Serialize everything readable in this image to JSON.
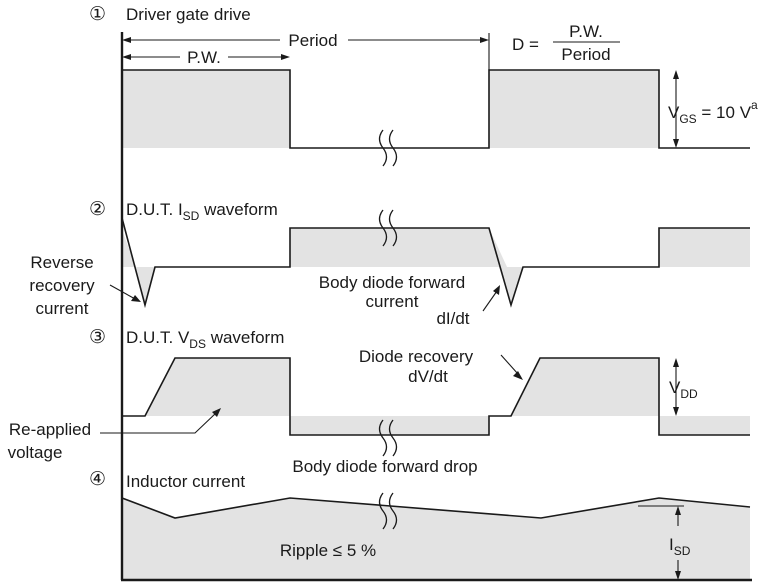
{
  "panels": [
    {
      "number": "①",
      "title": "Driver gate drive"
    },
    {
      "number": "②",
      "title_main": "D.U.T. I",
      "title_sub": "SD",
      "title_rest": " waveform"
    },
    {
      "number": "③",
      "title_main": "D.U.T. V",
      "title_sub": "DS",
      "title_rest": " waveform"
    },
    {
      "number": "④",
      "title": "Inductor current"
    }
  ],
  "gate": {
    "pw": "P.W.",
    "period": "Period",
    "duty_lhs": "D =",
    "duty_num": "P.W.",
    "duty_den": "Period",
    "vgs_main": "V",
    "vgs_sub": "GS",
    "vgs_eq": " = 10 V",
    "vgs_sup": "a"
  },
  "isd": {
    "reverse_1": "Reverse",
    "reverse_2": "recovery",
    "reverse_3": "current",
    "body_1": "Body diode forward",
    "body_2": "current",
    "didt": "dI/dt"
  },
  "vds": {
    "recovery_1": "Diode recovery",
    "recovery_2": "dV/dt",
    "vdd_main": "V",
    "vdd_sub": "DD",
    "reapplied_1": "Re-applied",
    "reapplied_2": "voltage",
    "body_drop": "Body diode forward drop"
  },
  "inductor": {
    "ripple": "Ripple ≤ 5 %",
    "isd_main": "I",
    "isd_sub": "SD"
  }
}
